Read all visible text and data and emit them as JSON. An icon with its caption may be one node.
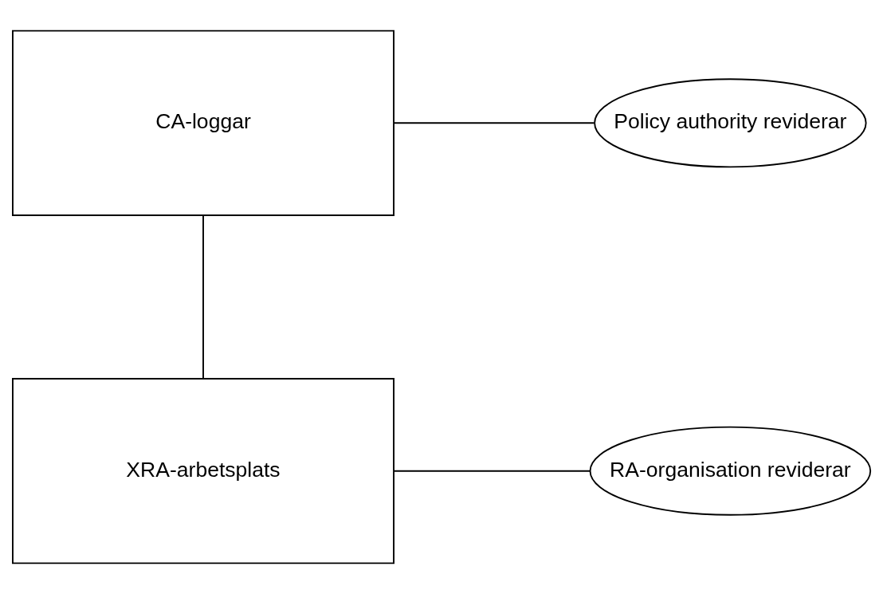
{
  "diagram": {
    "nodes": [
      {
        "text": [
          "CA-loggar"
        ]
      },
      {
        "text": [
          "Policy authority reviderar"
        ]
      },
      {
        "text": [
          "XRA-arbetsplats"
        ]
      },
      {
        "text": [
          "RA-organisation reviderar"
        ]
      }
    ],
    "edges": [
      {
        "from": 0,
        "to": 1,
        "arrow": "none"
      },
      {
        "from": 0,
        "to": 2,
        "arrow": "none"
      },
      {
        "from": 2,
        "to": 3,
        "arrow": "none"
      }
    ]
  }
}
